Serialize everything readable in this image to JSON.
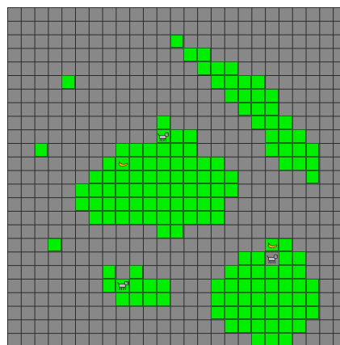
{
  "grid": {
    "cols": 25,
    "rows": 25,
    "background_color": "#888888",
    "grass_color": "#00ee00",
    "line_color": "#2a2a2a"
  },
  "grass_cells": [
    [
      12,
      2
    ],
    [
      13,
      3
    ],
    [
      14,
      3
    ],
    [
      14,
      4
    ],
    [
      15,
      4
    ],
    [
      16,
      4
    ],
    [
      4,
      5
    ],
    [
      15,
      5
    ],
    [
      16,
      5
    ],
    [
      17,
      5
    ],
    [
      18,
      5
    ],
    [
      16,
      6
    ],
    [
      17,
      6
    ],
    [
      18,
      6
    ],
    [
      19,
      6
    ],
    [
      17,
      7
    ],
    [
      18,
      7
    ],
    [
      19,
      7
    ],
    [
      11,
      8
    ],
    [
      18,
      8
    ],
    [
      19,
      8
    ],
    [
      20,
      8
    ],
    [
      11,
      9
    ],
    [
      12,
      9
    ],
    [
      13,
      9
    ],
    [
      19,
      9
    ],
    [
      20,
      9
    ],
    [
      21,
      9
    ],
    [
      2,
      10
    ],
    [
      8,
      10
    ],
    [
      9,
      10
    ],
    [
      10,
      10
    ],
    [
      11,
      10
    ],
    [
      12,
      10
    ],
    [
      13,
      10
    ],
    [
      19,
      10
    ],
    [
      20,
      10
    ],
    [
      21,
      10
    ],
    [
      22,
      10
    ],
    [
      7,
      11
    ],
    [
      8,
      11
    ],
    [
      9,
      11
    ],
    [
      10,
      11
    ],
    [
      11,
      11
    ],
    [
      12,
      11
    ],
    [
      13,
      11
    ],
    [
      14,
      11
    ],
    [
      15,
      11
    ],
    [
      20,
      11
    ],
    [
      21,
      11
    ],
    [
      22,
      11
    ],
    [
      6,
      12
    ],
    [
      7,
      12
    ],
    [
      8,
      12
    ],
    [
      9,
      12
    ],
    [
      10,
      12
    ],
    [
      11,
      12
    ],
    [
      12,
      12
    ],
    [
      13,
      12
    ],
    [
      14,
      12
    ],
    [
      15,
      12
    ],
    [
      16,
      12
    ],
    [
      22,
      12
    ],
    [
      5,
      13
    ],
    [
      6,
      13
    ],
    [
      7,
      13
    ],
    [
      8,
      13
    ],
    [
      9,
      13
    ],
    [
      10,
      13
    ],
    [
      11,
      13
    ],
    [
      12,
      13
    ],
    [
      13,
      13
    ],
    [
      14,
      13
    ],
    [
      15,
      13
    ],
    [
      16,
      13
    ],
    [
      5,
      14
    ],
    [
      6,
      14
    ],
    [
      7,
      14
    ],
    [
      8,
      14
    ],
    [
      9,
      14
    ],
    [
      10,
      14
    ],
    [
      11,
      14
    ],
    [
      12,
      14
    ],
    [
      13,
      14
    ],
    [
      14,
      14
    ],
    [
      15,
      14
    ],
    [
      6,
      15
    ],
    [
      7,
      15
    ],
    [
      8,
      15
    ],
    [
      9,
      15
    ],
    [
      10,
      15
    ],
    [
      11,
      15
    ],
    [
      12,
      15
    ],
    [
      13,
      15
    ],
    [
      14,
      15
    ],
    [
      15,
      15
    ],
    [
      11,
      16
    ],
    [
      12,
      16
    ],
    [
      3,
      17
    ],
    [
      19,
      17
    ],
    [
      20,
      17
    ],
    [
      17,
      18
    ],
    [
      18,
      18
    ],
    [
      20,
      18
    ],
    [
      21,
      18
    ],
    [
      7,
      19
    ],
    [
      9,
      19
    ],
    [
      16,
      19
    ],
    [
      17,
      19
    ],
    [
      18,
      19
    ],
    [
      19,
      19
    ],
    [
      20,
      19
    ],
    [
      21,
      19
    ],
    [
      7,
      20
    ],
    [
      8,
      20
    ],
    [
      9,
      20
    ],
    [
      10,
      20
    ],
    [
      11,
      20
    ],
    [
      15,
      20
    ],
    [
      16,
      20
    ],
    [
      17,
      20
    ],
    [
      18,
      20
    ],
    [
      19,
      20
    ],
    [
      20,
      20
    ],
    [
      21,
      20
    ],
    [
      22,
      20
    ],
    [
      8,
      21
    ],
    [
      9,
      21
    ],
    [
      10,
      21
    ],
    [
      11,
      21
    ],
    [
      15,
      21
    ],
    [
      16,
      21
    ],
    [
      17,
      21
    ],
    [
      18,
      21
    ],
    [
      19,
      21
    ],
    [
      20,
      21
    ],
    [
      21,
      21
    ],
    [
      22,
      21
    ],
    [
      15,
      22
    ],
    [
      16,
      22
    ],
    [
      17,
      22
    ],
    [
      18,
      22
    ],
    [
      19,
      22
    ],
    [
      20,
      22
    ],
    [
      21,
      22
    ],
    [
      22,
      22
    ],
    [
      16,
      23
    ],
    [
      17,
      23
    ],
    [
      18,
      23
    ],
    [
      19,
      23
    ],
    [
      20,
      23
    ],
    [
      21,
      23
    ],
    [
      18,
      24
    ],
    [
      19,
      24
    ],
    [
      20,
      24
    ]
  ],
  "entities": [
    {
      "type": "dog",
      "name": "dog-sprite",
      "col": 11,
      "row": 9
    },
    {
      "type": "banana",
      "name": "banana-sprite",
      "col": 8,
      "row": 11
    },
    {
      "type": "banana",
      "name": "banana-sprite",
      "col": 19,
      "row": 17
    },
    {
      "type": "dog",
      "name": "dog-sprite",
      "col": 19,
      "row": 18
    },
    {
      "type": "dog",
      "name": "dog-sprite",
      "col": 8,
      "row": 20
    }
  ]
}
